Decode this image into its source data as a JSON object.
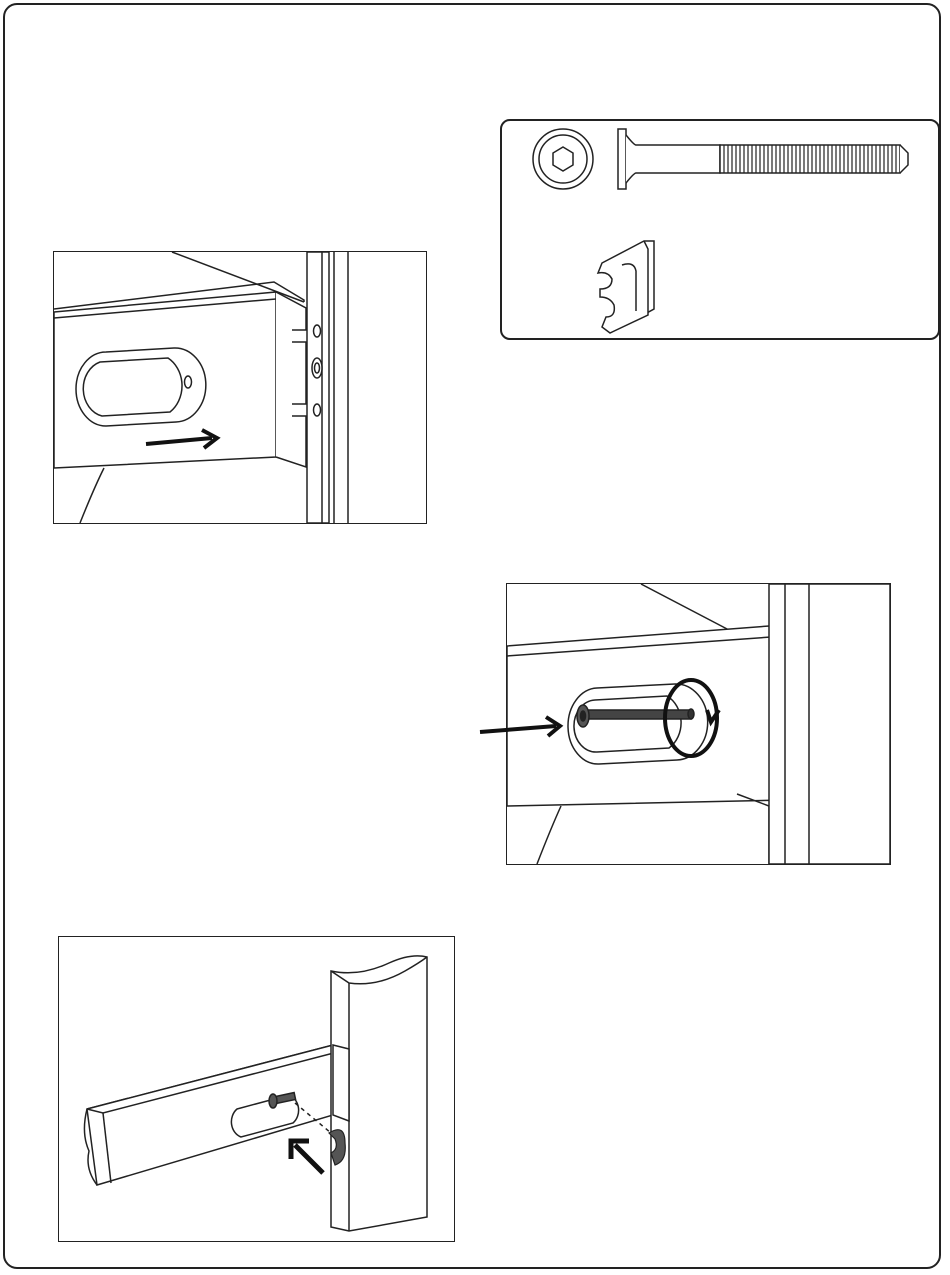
{
  "document": {
    "type": "assembly-instruction-page",
    "panels": [
      {
        "id": "hardware",
        "icons": [
          "hex-bolt-head-icon",
          "long-bolt-icon",
          "cam-clip-icon"
        ]
      },
      {
        "id": "step-1",
        "icons": [
          "slot-hole-icon",
          "push-arrow-icon",
          "dowel-pin-icon"
        ]
      },
      {
        "id": "step-2",
        "icons": [
          "bolt-in-slot-icon",
          "insert-arrow-icon",
          "rotate-arrow-icon"
        ]
      },
      {
        "id": "step-3",
        "icons": [
          "rail-icon",
          "post-icon",
          "clip-insert-arrow-icon"
        ]
      }
    ],
    "colors": {
      "line": "#222222",
      "fill": "#ffffff",
      "metal": "#555555"
    }
  }
}
